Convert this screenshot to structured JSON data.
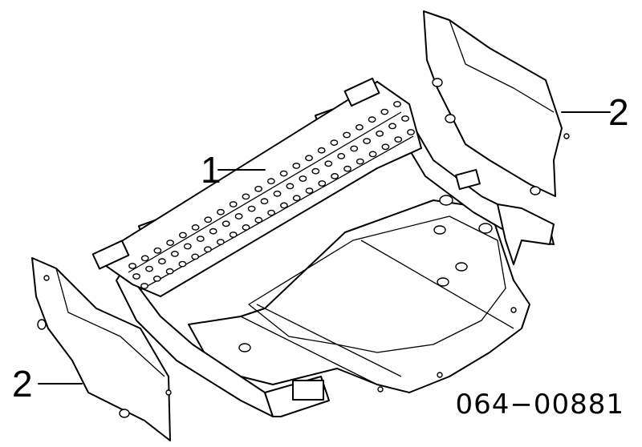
{
  "callouts": {
    "part_1": "1",
    "part_2_right": "2",
    "part_2_left": "2"
  },
  "drawing_number": "064−00881",
  "colors": {
    "ink": "#000000",
    "paper": "#ffffff"
  }
}
